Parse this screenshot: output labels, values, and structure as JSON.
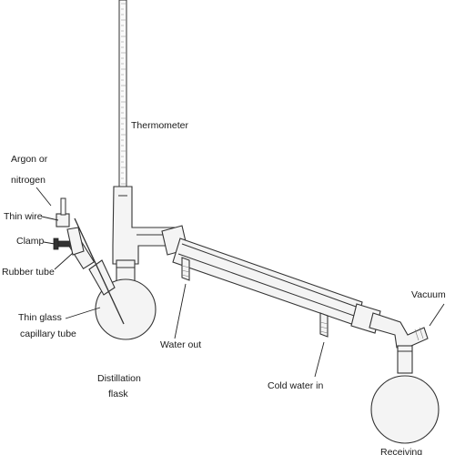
{
  "labels": {
    "thermometer": "Thermometer",
    "argon_line1": "Argon or",
    "argon_line2": "nitrogen",
    "thin_wire": "Thin wire",
    "clamp": "Clamp",
    "rubber_tube": "Rubber tube",
    "capillary_line1": "Thin glass",
    "capillary_line2": "capillary tube",
    "water_out": "Water out",
    "distillation_line1": "Distillation",
    "distillation_line2": "flask",
    "vacuum": "Vacuum",
    "cold_water_in": "Cold water in",
    "receiving": "Receiving"
  },
  "colors": {
    "stroke": "#333333",
    "glass_fill": "#f4f4f4",
    "text": "#1a1a1a"
  }
}
